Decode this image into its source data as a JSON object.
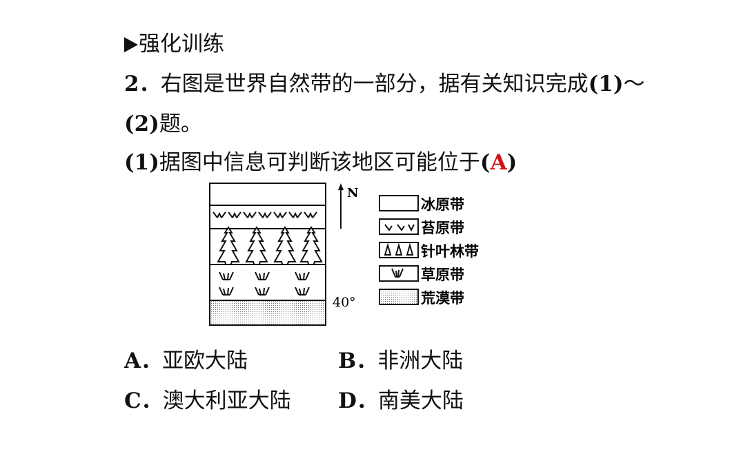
{
  "heading": {
    "label": "强化训练"
  },
  "question": {
    "number": "2．",
    "text_a": "右图是世界自然带的一部分，据有关知识完成",
    "range_start": "(1)",
    "tilde": "～",
    "range_end": "(2)",
    "text_b": "题。"
  },
  "sub_question": {
    "number": "(1)",
    "text": "据图中信息可判断该地区可能位于",
    "paren_open": "(",
    "answer": "A",
    "paren_close": ")"
  },
  "figure": {
    "north_label": "N",
    "latitude_label": "40°",
    "legend": [
      {
        "label": "冰原带",
        "icon": "ice-icon"
      },
      {
        "label": "苔原带",
        "icon": "tundra-icon"
      },
      {
        "label": "针叶林带",
        "icon": "conifer-icon"
      },
      {
        "label": "草原带",
        "icon": "grass-icon"
      },
      {
        "label": "荒漠带",
        "icon": "desert-icon"
      }
    ]
  },
  "options": [
    {
      "key": "A．",
      "text": "亚欧大陆"
    },
    {
      "key": "B．",
      "text": "非洲大陆"
    },
    {
      "key": "C．",
      "text": "澳大利亚大陆"
    },
    {
      "key": "D．",
      "text": "南美大陆"
    }
  ],
  "colors": {
    "answer": "#d01414",
    "text": "#111111"
  }
}
